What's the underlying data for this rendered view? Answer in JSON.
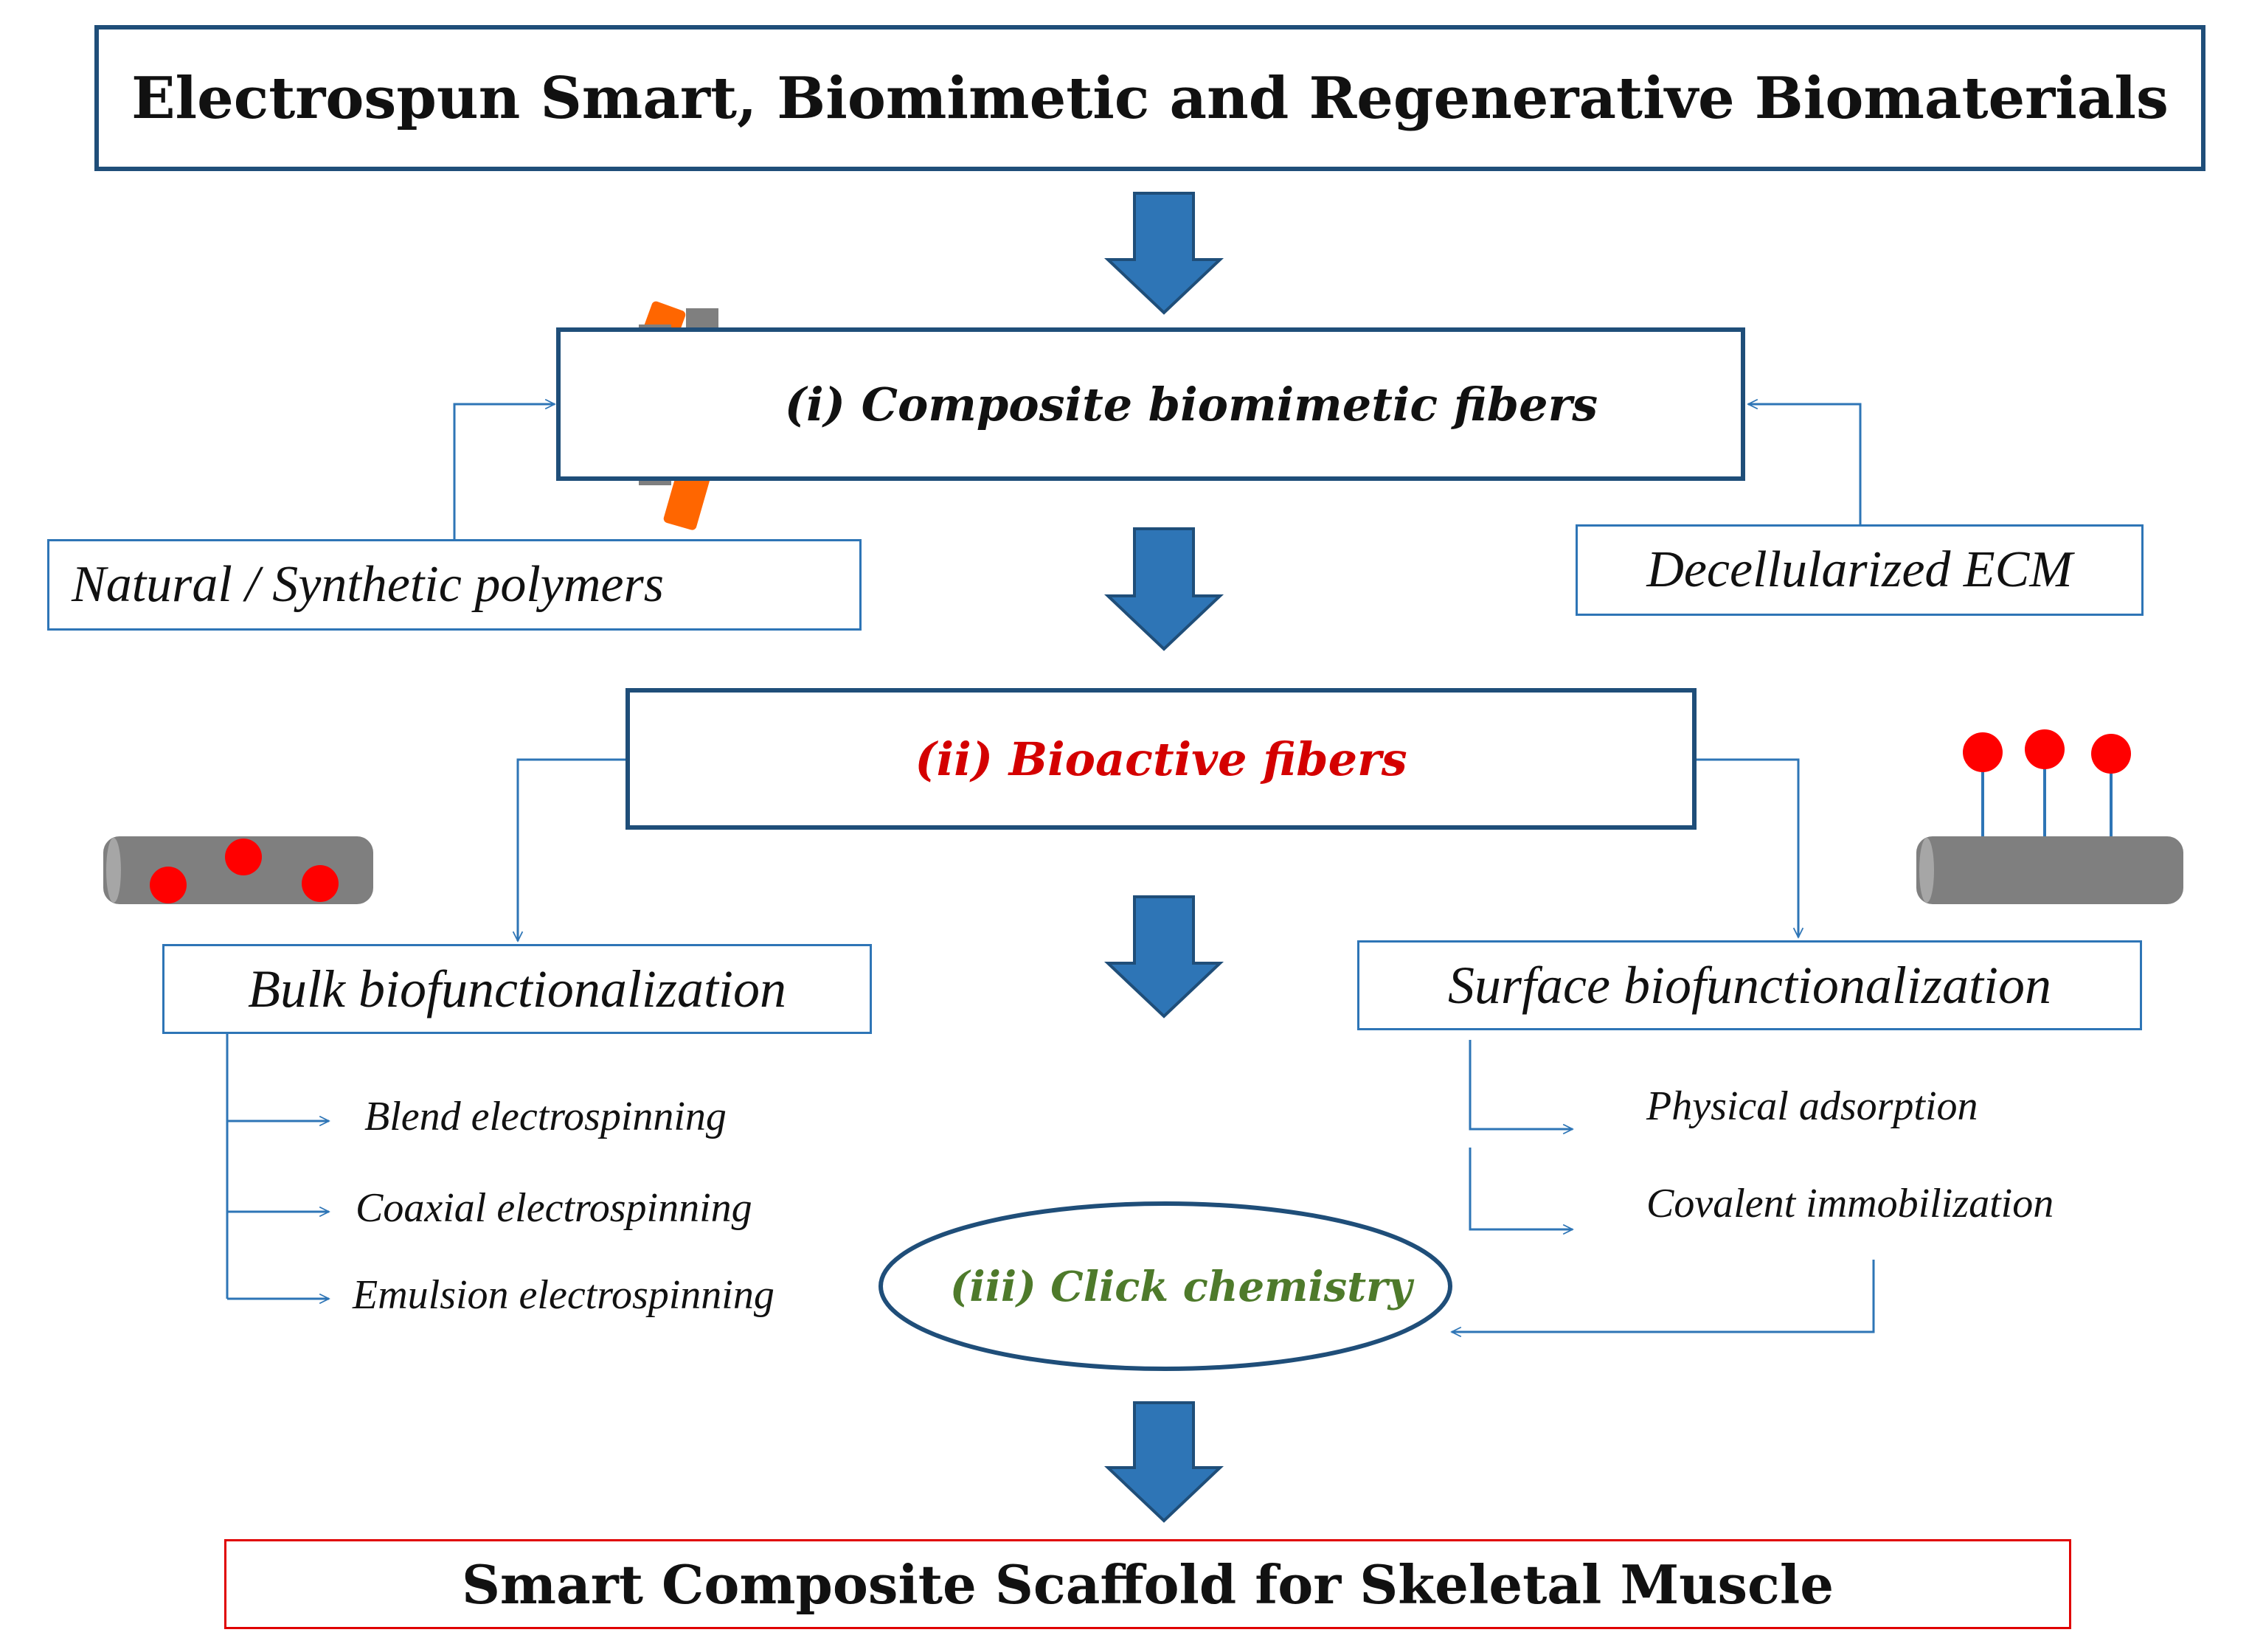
{
  "title": "Electrospun Smart, Biomimetic and Regenerative Biomaterials",
  "composite": "(i) Composite biomimetic  fibers",
  "natural_synthetic": "Natural / Synthetic  polymers",
  "decellularized": "Decellularized ECM",
  "bioactive": "(ii) Bioactive fibers",
  "bulk": {
    "label": "Bulk biofunctionalization",
    "methods": [
      "Blend electrospinning",
      "Coaxial electrospinning",
      "Emulsion electrospinning"
    ]
  },
  "surface": {
    "label": "Surface biofunctionalization",
    "methods": [
      "Physical adsorption",
      "Covalent immobilization"
    ]
  },
  "click": "(iii) Click chemistry",
  "final": "Smart Composite Scaffold for Skeletal Muscle",
  "colors": {
    "box_border": "#1F4E79",
    "thin_border": "#2E75B6",
    "arrow_fill": "#2E75B6",
    "bioactive_text": "#D40000",
    "click_text": "#4E7A2B",
    "final_border": "#E00000",
    "fiber_gray": "#7F7F7F",
    "fiber_orange": "#FF6600",
    "particle_red": "#FF0000"
  }
}
